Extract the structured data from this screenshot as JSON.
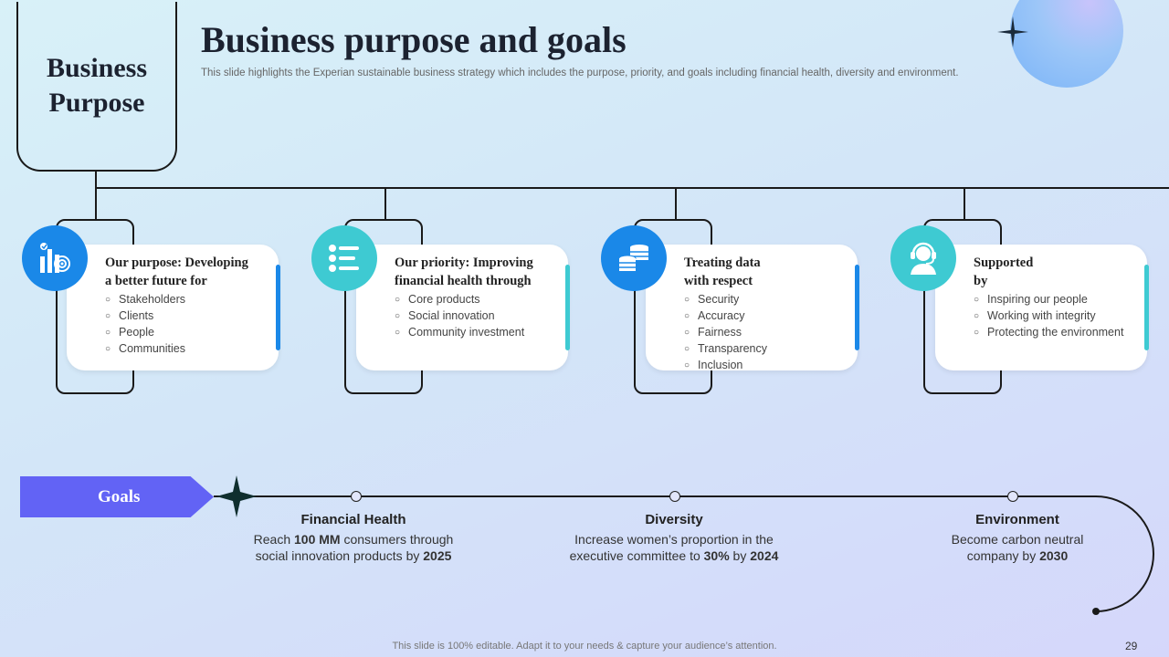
{
  "header": {
    "purpose_box_line1": "Business",
    "purpose_box_line2": "Purpose",
    "title": "Business purpose and goals",
    "subtitle": "This slide highlights the Experian sustainable business strategy which includes the purpose, priority, and goals including financial health, diversity and environment."
  },
  "cards": [
    {
      "title_line1": "Our purpose: Developing",
      "title_line2": "a better future for",
      "icon": "analytics-target-icon",
      "color": "#1a88e8",
      "items": [
        "Stakeholders",
        "Clients",
        "People",
        "Communities"
      ]
    },
    {
      "title_line1": "Our priority: Improving",
      "title_line2": "financial health through",
      "icon": "checklist-icon",
      "color": "#3ecad2",
      "items": [
        "Core products",
        "Social innovation",
        "Community investment"
      ]
    },
    {
      "title_line1": "Treating data",
      "title_line2": "with respect",
      "icon": "database-stack-icon",
      "color": "#1a88e8",
      "items": [
        "Security",
        "Accuracy",
        "Fairness",
        "Transparency",
        "Inclusion"
      ]
    },
    {
      "title_line1": "Supported",
      "title_line2": "by",
      "icon": "headset-support-icon",
      "color": "#3ecad2",
      "items": [
        "Inspiring our people",
        "Working with integrity",
        "Protecting the environment"
      ]
    }
  ],
  "goals": {
    "label": "Goals",
    "items": [
      {
        "title": "Financial Health",
        "pre": "Reach ",
        "b1": "100 MM",
        "mid": " consumers through",
        "line2": "social innovation products by ",
        "b2": "2025"
      },
      {
        "title": "Diversity",
        "pre": "Increase women’s proportion in the",
        "b1": "",
        "mid": "",
        "line2": "executive committee to ",
        "b2": "30%",
        "mid2": " by ",
        "b3": "2024"
      },
      {
        "title": "Environment",
        "pre": "Become carbon neutral",
        "b1": "",
        "mid": "",
        "line2": "company by ",
        "b2": "2030"
      }
    ]
  },
  "footer": {
    "note": "This slide is 100% editable. Adapt it to your needs & capture your audience’s attention.",
    "page_number": "29"
  }
}
